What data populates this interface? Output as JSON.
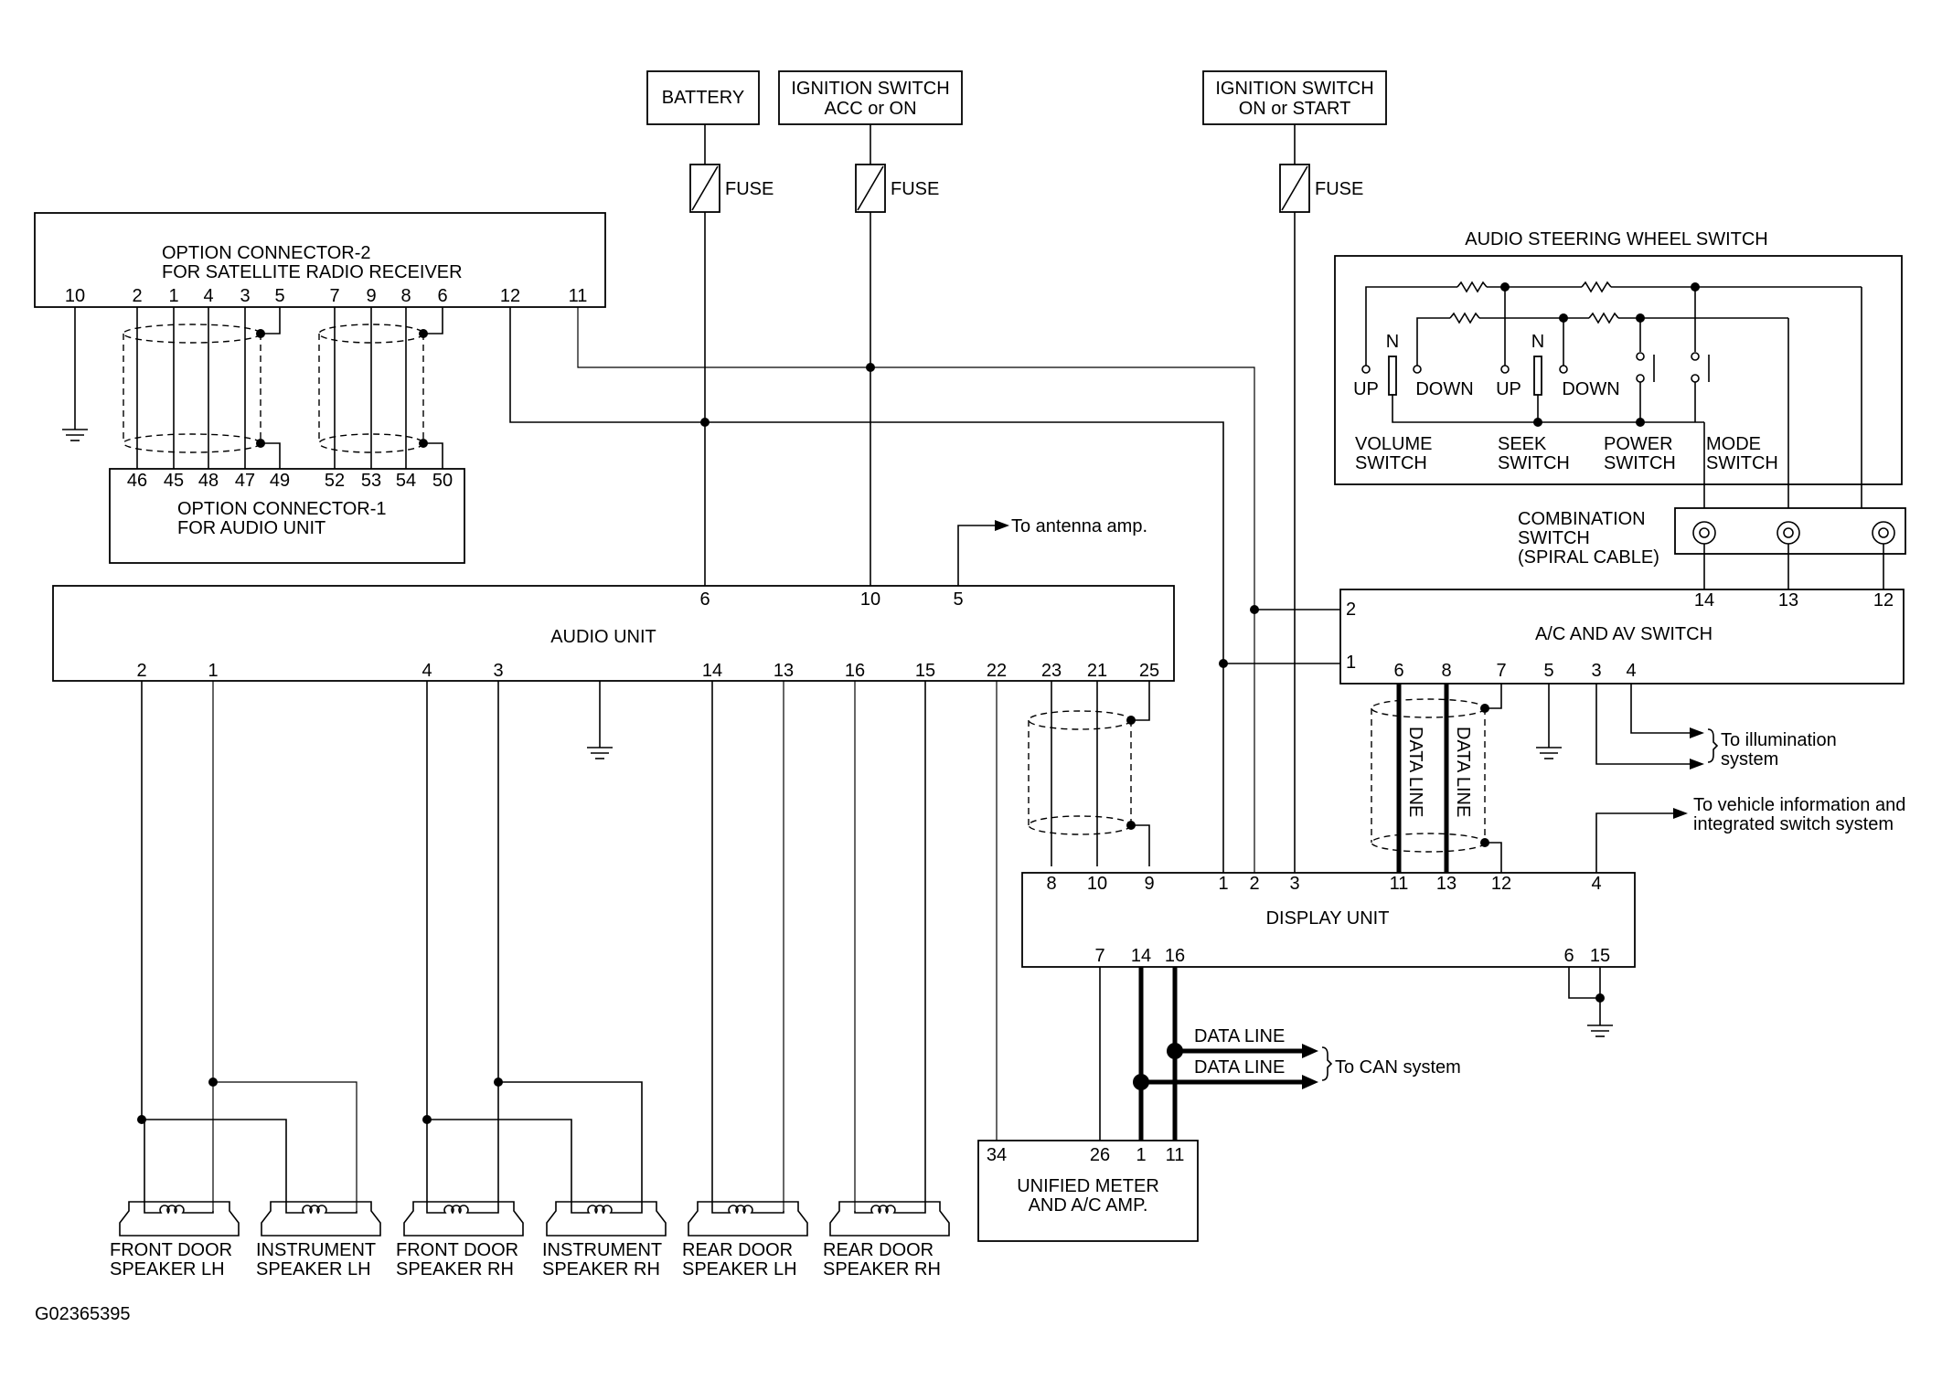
{
  "sources": {
    "battery": "BATTERY",
    "ign_acc_l1": "IGNITION SWITCH",
    "ign_acc_l2": "ACC or ON",
    "ign_on_l1": "IGNITION SWITCH",
    "ign_on_l2": "ON or START",
    "fuse": "FUSE"
  },
  "option_connector_2": {
    "line1": "OPTION CONNECTOR-2",
    "line2": "FOR SATELLITE RADIO RECEIVER",
    "pins": [
      "10",
      "2",
      "1",
      "4",
      "3",
      "5",
      "7",
      "9",
      "8",
      "6",
      "12",
      "11"
    ]
  },
  "option_connector_1": {
    "line1": "OPTION CONNECTOR-1",
    "line2": "FOR AUDIO UNIT",
    "pins": [
      "46",
      "45",
      "48",
      "47",
      "49",
      "52",
      "53",
      "54",
      "50"
    ]
  },
  "audio_unit": {
    "label": "AUDIO UNIT",
    "top_pins": [
      "6",
      "10",
      "5"
    ],
    "bottom_pins": [
      "2",
      "1",
      "4",
      "3",
      "14",
      "13",
      "16",
      "15",
      "22",
      "23",
      "21",
      "25"
    ],
    "antenna_note": "To antenna amp."
  },
  "steering_switch": {
    "title": "AUDIO STEERING WHEEL SWITCH",
    "labels": [
      "UP",
      "DOWN",
      "UP",
      "DOWN"
    ],
    "neutral": "N",
    "switches": [
      {
        "l1": "VOLUME",
        "l2": "SWITCH"
      },
      {
        "l1": "SEEK",
        "l2": "SWITCH"
      },
      {
        "l1": "POWER",
        "l2": "SWITCH"
      },
      {
        "l1": "MODE",
        "l2": "SWITCH"
      }
    ]
  },
  "combination_switch": {
    "l1": "COMBINATION",
    "l2": "SWITCH",
    "l3": "(SPIRAL CABLE)"
  },
  "ac_av_switch": {
    "label": "A/C AND AV SWITCH",
    "top_pins": [
      "14",
      "13",
      "12"
    ],
    "side_pins": [
      "2",
      "1"
    ],
    "bottom_pins": [
      "6",
      "8",
      "7",
      "5",
      "3",
      "4"
    ],
    "data_line": "DATA LINE",
    "illum_l1": "To illumination",
    "illum_l2": "system"
  },
  "display_unit": {
    "label": "DISPLAY UNIT",
    "top_pins": [
      "8",
      "10",
      "9",
      "1",
      "2",
      "3",
      "11",
      "13",
      "12",
      "4"
    ],
    "bottom_pins": [
      "7",
      "14",
      "16",
      "6",
      "15"
    ],
    "vehicle_info_l1": "To vehicle information and",
    "vehicle_info_l2": "integrated switch system"
  },
  "can": {
    "data_line_1": "DATA LINE",
    "data_line_2": "DATA LINE",
    "label": "To CAN system"
  },
  "meter": {
    "l1": "UNIFIED METER",
    "l2": "AND A/C AMP.",
    "pins": [
      "34",
      "26",
      "1",
      "11"
    ]
  },
  "speakers": [
    {
      "l1": "FRONT DOOR",
      "l2": "SPEAKER LH"
    },
    {
      "l1": "INSTRUMENT",
      "l2": "SPEAKER LH"
    },
    {
      "l1": "FRONT DOOR",
      "l2": "SPEAKER RH"
    },
    {
      "l1": "INSTRUMENT",
      "l2": "SPEAKER RH"
    },
    {
      "l1": "REAR DOOR",
      "l2": "SPEAKER LH"
    },
    {
      "l1": "REAR DOOR",
      "l2": "SPEAKER RH"
    }
  ],
  "figure_id": "G02365395"
}
